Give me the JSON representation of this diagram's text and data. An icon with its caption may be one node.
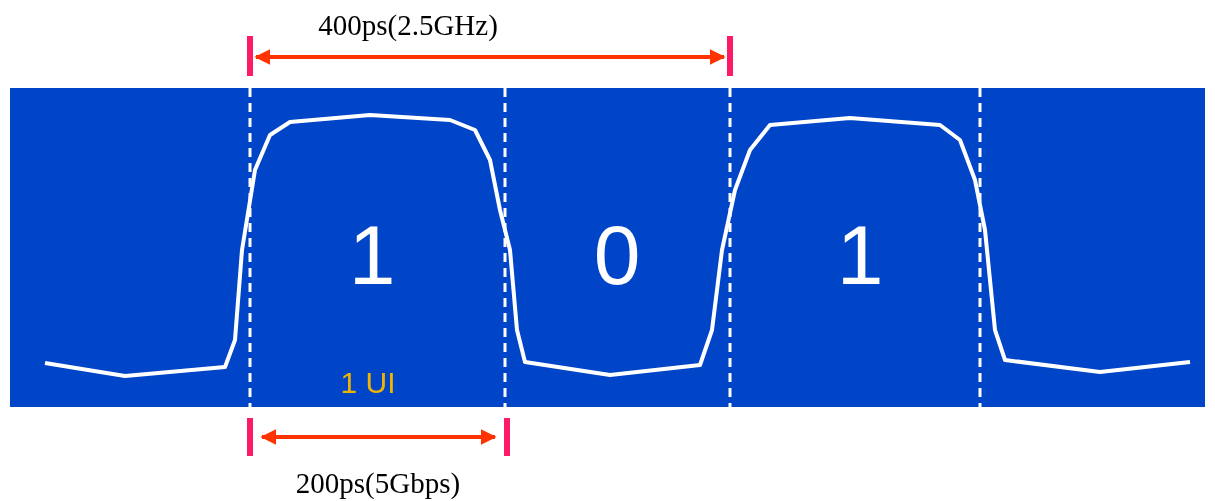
{
  "diagram": {
    "labels": [
      "400ps(2.5GHz)",
      "1",
      "0",
      "1",
      "1 UI",
      "200ps(5Gbps)"
    ]
  }
}
